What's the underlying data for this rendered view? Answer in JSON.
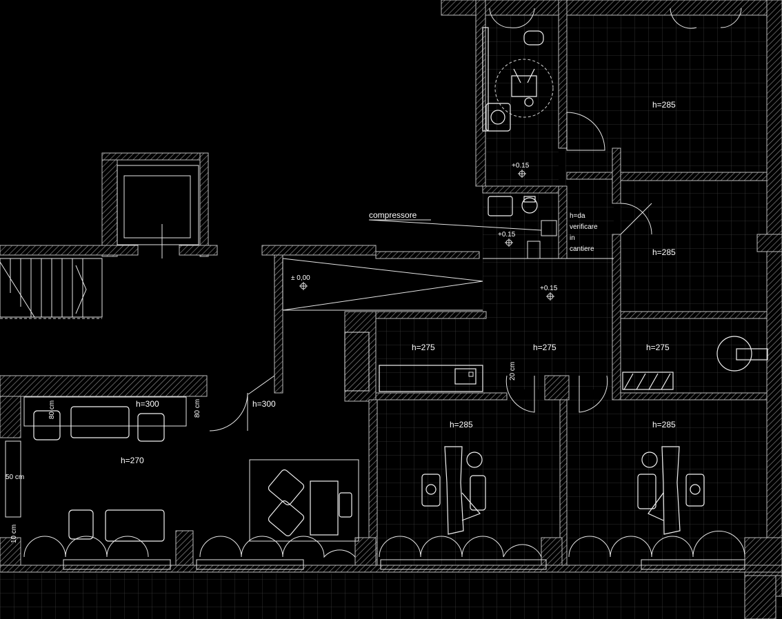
{
  "title": "",
  "colors": {
    "background": "#000000",
    "lines": "#ffffff",
    "tile_grid": "#3c3c3c",
    "wall_hatch": "#9a9a9a"
  },
  "annotations": {
    "compressor": "compressore",
    "h_to_verify": [
      "h=da",
      "verificare",
      "in",
      "cantiere"
    ],
    "level_000": "± 0,00",
    "level_wc": "+0.15",
    "level_utility": "+0.15",
    "level_corridor": "+0.15"
  },
  "rooms": {
    "room_top_right": "h=285",
    "room_mid_right": "h=285",
    "room_kitchen": "h=275",
    "room_corridor": "h=275",
    "room_storage": "h=275",
    "room_surgery_left": "h=285",
    "room_surgery_right": "h=285",
    "room_waiting": "h=270",
    "room_waiting_alcove": "h=300",
    "room_entry": "h=300"
  },
  "dimensions": {
    "d_80_a": "80 cm",
    "d_80_b": "80 cm",
    "d_50": "50 cm",
    "d_10": "10 cm",
    "d_20": "20 cm"
  },
  "icons": [
    "level-marker-icon",
    "toilet-icon",
    "sink-icon",
    "wheelchair-icon",
    "dental-chair-icon",
    "armchair-icon",
    "sofa-icon",
    "desk-icon",
    "door-swing-icon",
    "stair-icon",
    "elevator-icon"
  ]
}
